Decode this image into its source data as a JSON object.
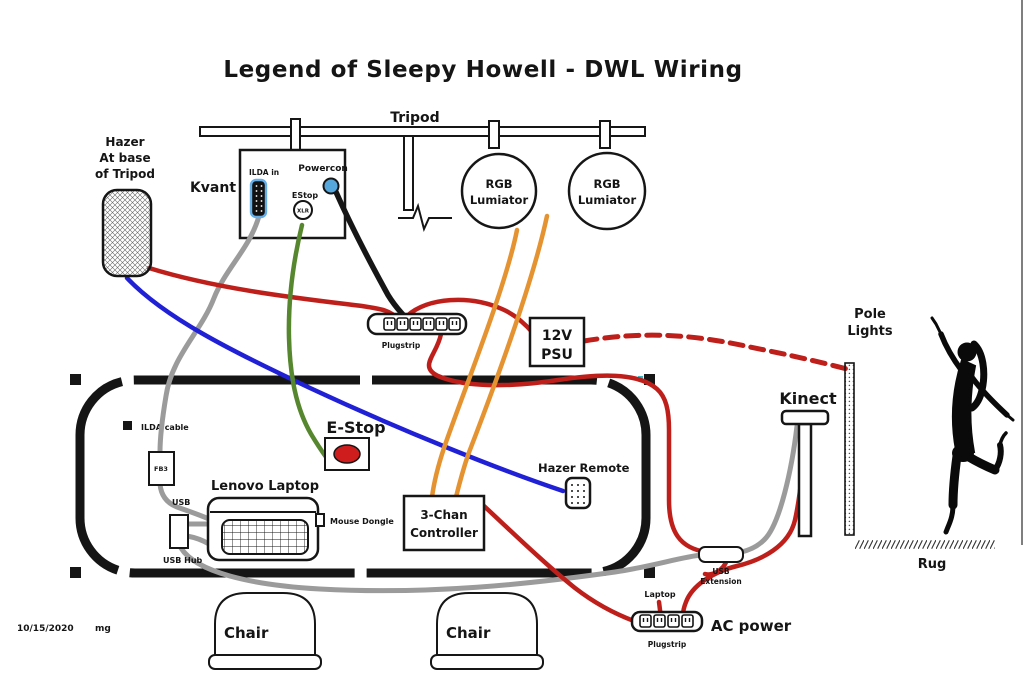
{
  "title": "Legend of Sleepy Howell - DWL Wiring",
  "footer": {
    "date": "10/15/2020",
    "initials": "mg"
  },
  "tripod": {
    "label": "Tripod"
  },
  "hazer": {
    "line1": "Hazer",
    "line2": "At base",
    "line3": "of Tripod"
  },
  "kvant": {
    "label": "Kvant",
    "ilda_in": "ILDA in",
    "powercon": "Powercon",
    "estop": "EStop",
    "xlr": "XLR"
  },
  "lumiator": {
    "line1": "RGB",
    "line2": "Lumiator"
  },
  "psu": {
    "line1": "12V",
    "line2": "PSU"
  },
  "plugstrip_center": {
    "label": "Plugstrip"
  },
  "pole_lights": {
    "line1": "Pole",
    "line2": "Lights"
  },
  "kinect": {
    "label": "Kinect"
  },
  "rug": {
    "label": "Rug"
  },
  "stage": {
    "ilda_cable": "ILDA cable",
    "fb3": "FB3",
    "usb": "USB",
    "usb_hub": "USB Hub",
    "laptop_label": "Lenovo Laptop",
    "mouse_dongle": "Mouse Dongle",
    "estop_label": "E-Stop",
    "hazer_remote": "Hazer Remote",
    "controller_line1": "3-Chan",
    "controller_line2": "Controller"
  },
  "chairs": {
    "label": "Chair"
  },
  "bottom": {
    "usb_ext_line1": "USB",
    "usb_ext_line2": "Extension",
    "laptop_tag": "Laptop",
    "plugstrip_label": "Plugstrip",
    "ac_power": "AC power"
  },
  "colors": {
    "red": "#bf1f1a",
    "blue": "#2020d6",
    "green": "#56862e",
    "orange": "#e59231",
    "gray": "#9b9b9b",
    "black": "#161616",
    "powercon_blue": "#56a7dc",
    "ilda_blue": "#66aee6",
    "estop_red": "#cf1d1d",
    "teal": "#39b7c4"
  }
}
